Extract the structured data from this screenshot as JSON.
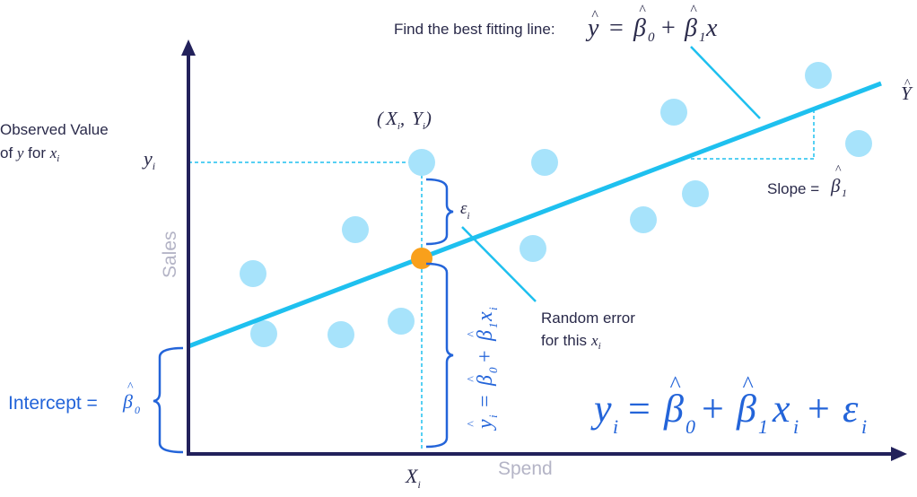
{
  "colors": {
    "axis": "#22215b",
    "line": "#1ec0ef",
    "dot": "#a7e3fb",
    "highlight": "#f9a01b",
    "text": "#2a2a4a",
    "blue_text": "#2364d9",
    "axis_label": "#b4b4c6"
  },
  "axes": {
    "x_label": "Spend",
    "y_label": "Sales"
  },
  "labels": {
    "observed_line1": "Observed Value",
    "observed_line2_prefix": "of ",
    "observed_y": "y",
    "observed_for": " for ",
    "observed_x": "x",
    "observed_sub": "i",
    "y_i_main": "y",
    "y_i_sub": "i",
    "X_i_main": "X",
    "X_i_sub": "i",
    "point_paren_open": "(",
    "point_X": "X",
    "point_Y": "Y",
    "point_sub": "i",
    "point_comma": ",",
    "point_paren_close": ")",
    "find_line_text": "Find the best fitting line:",
    "yhat_label": "Y",
    "hat": "^",
    "slope_text": "Slope =",
    "beta": "β",
    "beta1_sub": "1",
    "beta0_sub": "0",
    "epsilon": "ε",
    "epsilon_sub": "i",
    "random_error_line1": "Random error",
    "random_error_line2": "for this",
    "random_error_x": "x",
    "random_error_sub": "i",
    "intercept_text": "Intercept =",
    "fit_eq_y": "y",
    "fit_eq_eq": "=",
    "fit_eq_plus": "+",
    "fit_eq_x": "x",
    "fit_eq_sub": "i",
    "main_eq_y": "y",
    "main_eq_sub": "i",
    "main_eq_eq": "=",
    "main_eq_plus1": "+",
    "main_eq_x": "x",
    "main_eq_plus2": "+",
    "main_eq_eps": "ε",
    "find_eq_y": "y",
    "find_eq_eq": "=",
    "find_eq_plus": "+",
    "find_eq_x": "x"
  }
}
